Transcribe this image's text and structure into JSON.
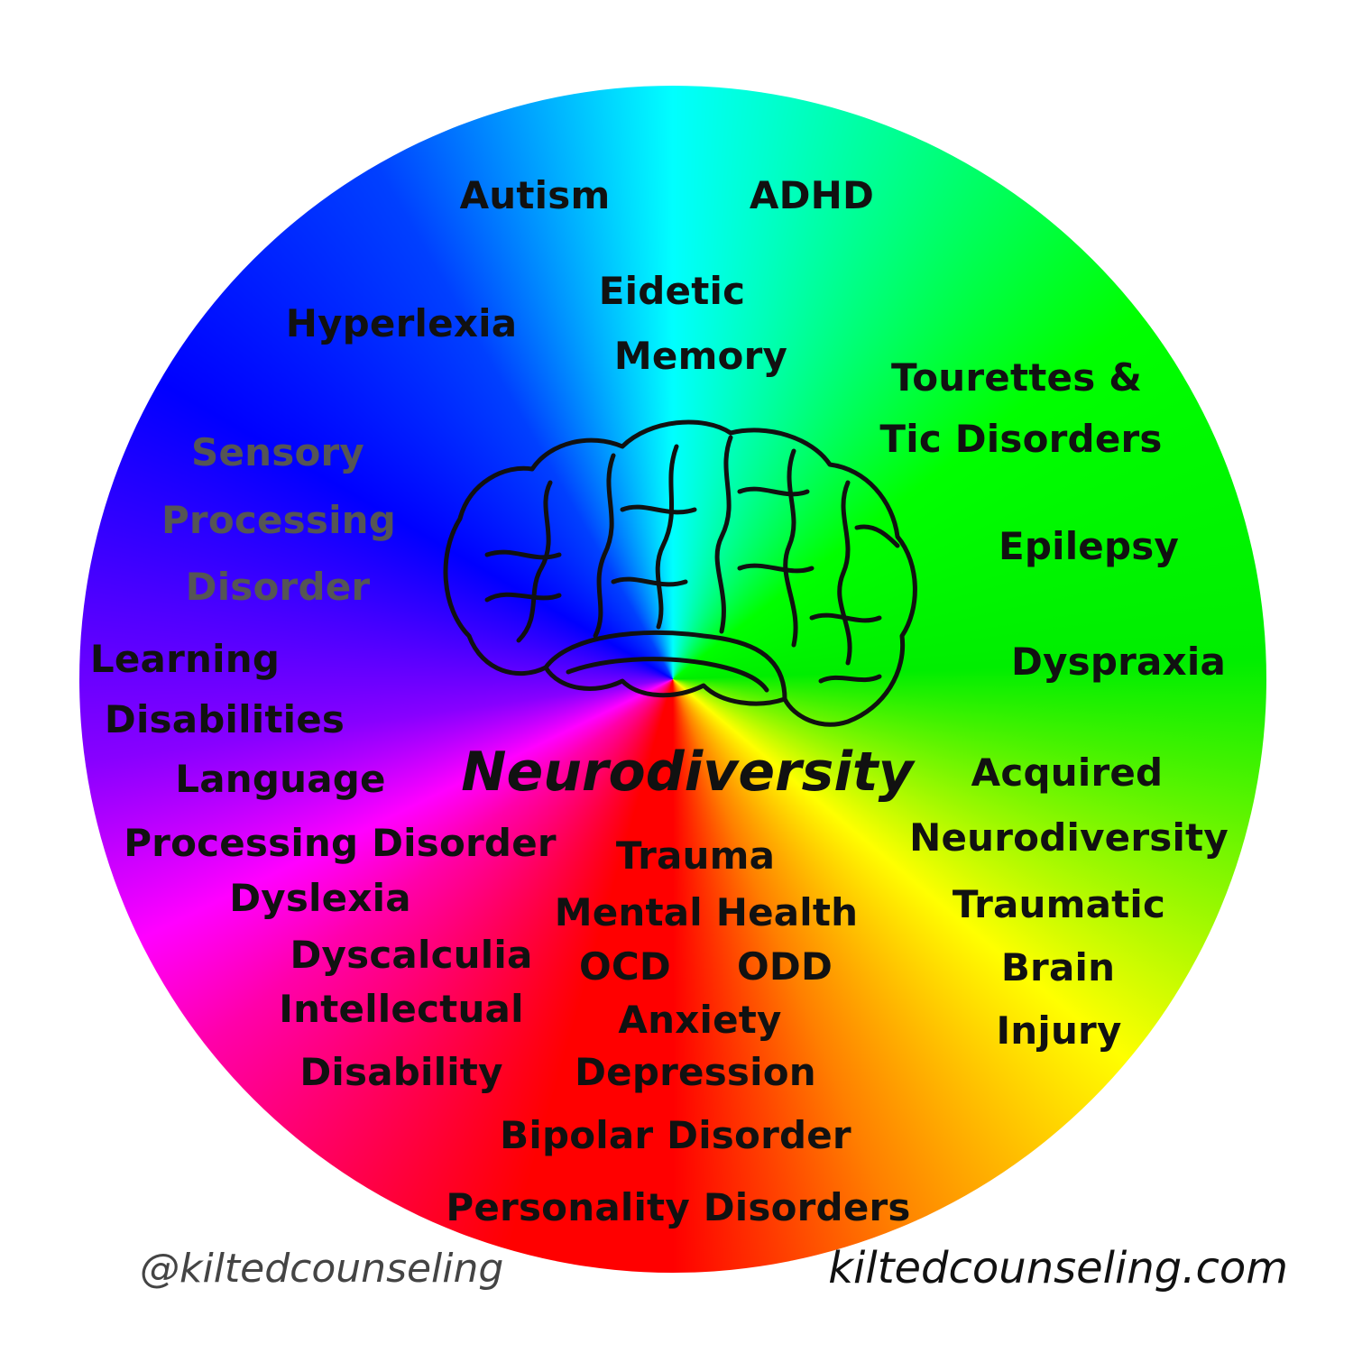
{
  "title": "Neurodiversity",
  "labels": {
    "autism": "Autism",
    "adhd": "ADHD",
    "hyperlexia": "Hyperlexia",
    "eidetic_1": "Eidetic",
    "eidetic_2": "Memory",
    "tourettes_1": "Tourettes &",
    "tourettes_2": "Tic Disorders",
    "sensory_1": "Sensory",
    "sensory_2": "Processing",
    "sensory_3": "Disorder",
    "epilepsy": "Epilepsy",
    "dyspraxia": "Dyspraxia",
    "learning_1": "Learning",
    "learning_2": "Disabilities",
    "language_1": "Language",
    "language_2": "Processing Disorder",
    "acquired_1": "Acquired",
    "acquired_2": "Neurodiversity",
    "trauma": "Trauma",
    "mental_health": "Mental Health",
    "dyslexia": "Dyslexia",
    "traumatic_1": "Traumatic",
    "traumatic_2": "Brain",
    "traumatic_3": "Injury",
    "dyscalculia": "Dyscalculia",
    "ocd": "OCD",
    "odd": "ODD",
    "intellectual_1": "Intellectual",
    "intellectual_2": "Disability",
    "anxiety": "Anxiety",
    "depression": "Depression",
    "bipolar": "Bipolar Disorder",
    "personality": "Personality Disorders"
  },
  "footer": {
    "handle": "@kiltedcounseling",
    "website": "kiltedcounseling.com"
  },
  "colors": {
    "label_text": "#111111",
    "sensory_text": "#555555"
  },
  "icons": {
    "brain": "brain-outline-icon"
  }
}
